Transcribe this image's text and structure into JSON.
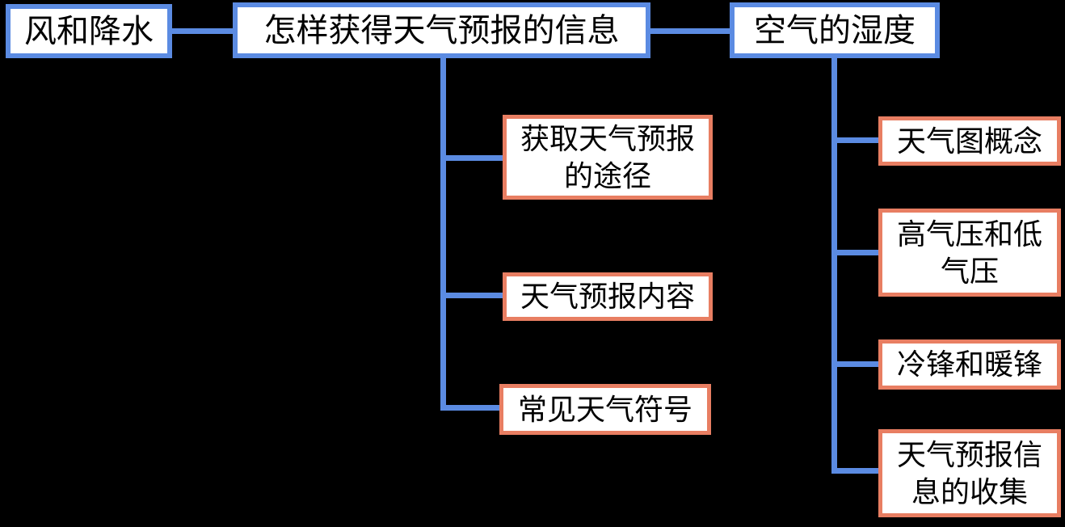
{
  "colors": {
    "background": "#000000",
    "root_border": "#5B8BE2",
    "child_border": "#E87E62",
    "connector": "#5B8BE2",
    "box_fill": "#FFFFFF",
    "text": "#000000"
  },
  "diagram": {
    "top_nodes": [
      {
        "label": "风和降水"
      },
      {
        "label": "怎样获得天气预报的信息"
      },
      {
        "label": "空气的湿度"
      }
    ],
    "middle_children": [
      {
        "label": "获取天气预报\n的途径"
      },
      {
        "label": "天气预报内容"
      },
      {
        "label": "常见天气符号"
      }
    ],
    "right_children": [
      {
        "label": "天气图概念"
      },
      {
        "label": "高气压和低\n气压"
      },
      {
        "label": "冷锋和暖锋"
      },
      {
        "label": "天气预报信\n息的收集"
      }
    ]
  }
}
